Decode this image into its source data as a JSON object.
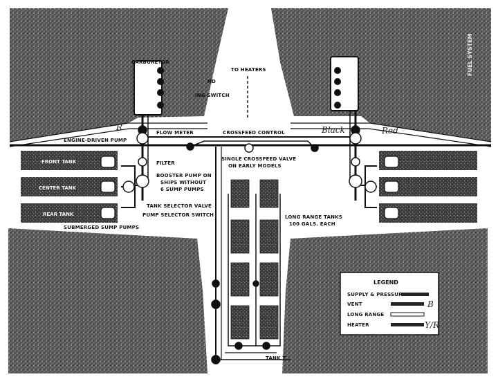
{
  "labels": {
    "carburetor": "CARBURETOR",
    "cold_start_fragment": "ND",
    "switch_fragment": "ING SWITCH",
    "to_heaters": "TO HEATERS",
    "flow_meter": "FLOW METER",
    "crossfeed_control": "CROSSFEED CONTROL",
    "engine_driven_pump": "ENGINE-DRIVEN PUMP",
    "filter": "FILTER",
    "booster_pump_1": "BOOSTER PUMP ON",
    "booster_pump_2": "SHIPS WITHOUT",
    "booster_pump_3": "6 SUMP PUMPS",
    "single_crossfeed_1": "SINGLE CROSSFEED VALVE",
    "single_crossfeed_2": "ON EARLY MODELS",
    "tank_selector_valve": "TANK SELECTOR VALVE",
    "pump_selector_switch": "PUMP SELECTOR SWITCH",
    "submerged_sump_pumps": "SUBMERGED SUMP PUMPS",
    "long_range_1": "LONG RANGE TANKS",
    "long_range_2": "100 GALS. EACH",
    "tank_fragment": "TANK T",
    "tank_top": "FRONT TANK",
    "tank_mid": "CENTER TANK",
    "tank_bot": "REAR TANK",
    "side_text": "FUEL SYSTEM"
  },
  "legend": {
    "title": "LEGEND",
    "items": [
      {
        "label": "SUPPLY & PRESSURE",
        "style": "dashed-dark"
      },
      {
        "label": "VENT",
        "style": "dark",
        "note": "B"
      },
      {
        "label": "LONG RANGE",
        "style": "open"
      },
      {
        "label": "HEATER",
        "style": "dark",
        "note": "Y/R"
      }
    ]
  },
  "handwritten": {
    "r_left": "R",
    "black": "Black",
    "red": "Red"
  },
  "colors": {
    "ink": "#111111",
    "paper": "#ffffff",
    "stipple": "#4a4a4a"
  }
}
